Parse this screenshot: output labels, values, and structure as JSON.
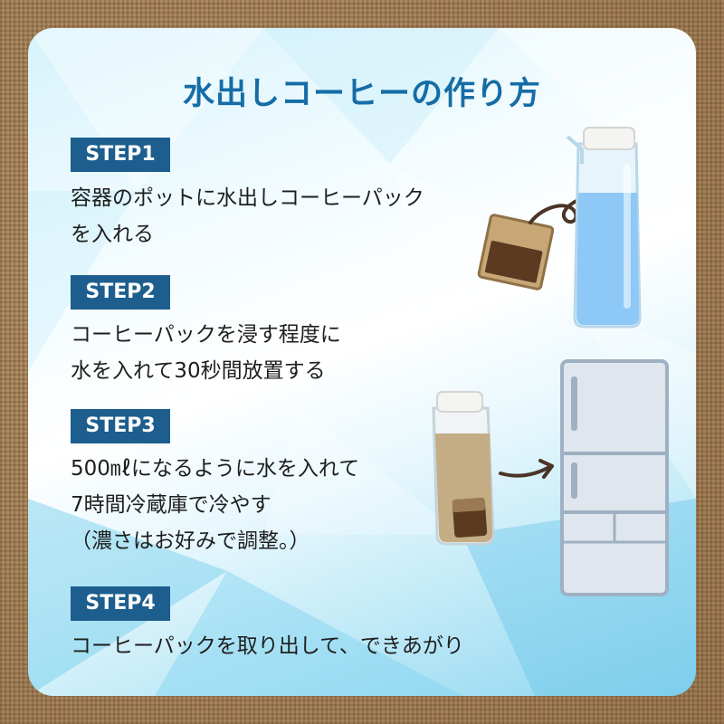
{
  "title": "水出しコーヒーの作り方",
  "steps": [
    {
      "label": "STEP1",
      "text": "容器のポットに水出しコーヒーパック\nを入れる"
    },
    {
      "label": "STEP2",
      "text": "コーヒーパックを浸す程度に\n水を入れて30秒間放置する"
    },
    {
      "label": "STEP3",
      "text": "500㎖になるように水を入れて\n7時間冷蔵庫で冷やす\n（濃さはお好みで調整。）"
    },
    {
      "label": "STEP4",
      "text": "コーヒーパックを取り出して、できあがり"
    }
  ],
  "colors": {
    "title": "#156da6",
    "badge": "#1d5e8e",
    "text": "#1e1e1e",
    "water": "#8ec8f6",
    "coffee": "#5b3a22",
    "fridge": "#dfe6ee"
  },
  "icons": [
    "coffee-bag-icon",
    "water-pitcher-icon",
    "coffee-pitcher-icon",
    "refrigerator-icon",
    "curved-arrow-icon"
  ]
}
